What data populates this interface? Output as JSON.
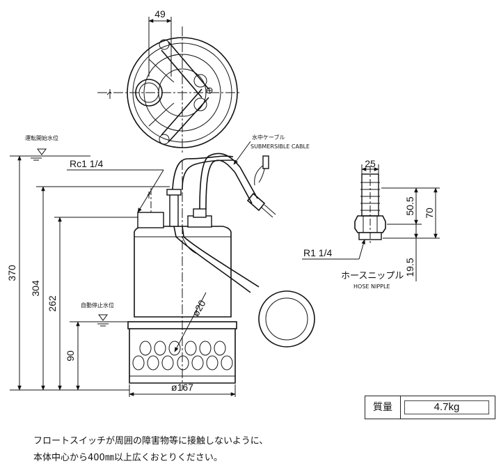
{
  "top_view": {
    "dim_width": "49"
  },
  "levels": {
    "start": "運転開始水位",
    "stop": "自動停止水位"
  },
  "cable": {
    "label_jp": "水中ケーブル",
    "label_en": "SUBMERSIBLE CABLE"
  },
  "pump_dims": {
    "outlet_thread": "Rc1 1/4",
    "h_total": "370",
    "h_outlet": "304",
    "h_body": "262",
    "h_stop": "90",
    "float_dia": "ø20",
    "base_dia": "ø167"
  },
  "hose_nipple": {
    "top_width": "25",
    "h_upper": "50.5",
    "h_total": "70",
    "h_lower": "19.5",
    "thread": "R1 1/4",
    "label_jp": "ホースニップル",
    "label_en": "HOSE NIPPLE"
  },
  "weight": {
    "label": "質量",
    "value": "4.7kg"
  },
  "notes": [
    "フロートスイッチが周囲の障害物等に接触しないように、",
    "本体中心から400㎜以上広くおとりください。"
  ],
  "colors": {
    "line": "#111111",
    "background": "#ffffff"
  }
}
